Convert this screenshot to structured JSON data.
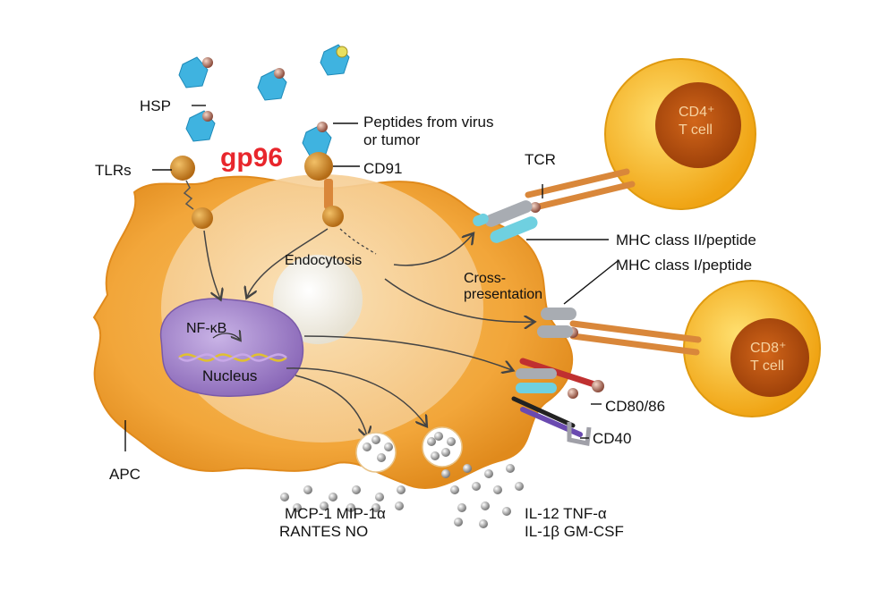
{
  "labels": {
    "hsp": "HSP",
    "tlrs": "TLRs",
    "gp96": "gp96",
    "peptides_line1": "Peptides from virus",
    "peptides_line2": "or tumor",
    "cd91": "CD91",
    "tcr": "TCR",
    "mhc2": "MHC  class II/peptide",
    "mhc1": "MHC  class I/peptide",
    "endocytosis": "Endocytosis",
    "cross_line1": "Cross-",
    "cross_line2": "presentation",
    "nfkb": "NF-κB",
    "nucleus": "Nucleus",
    "cd80_86": "CD80/86",
    "cd40": "CD40",
    "apc": "APC",
    "cd4_line1": "CD4⁺",
    "cd4_line2": "T cell",
    "cd8_line1": "CD8⁺",
    "cd8_line2": "T cell",
    "chemokines_line1": "MCP-1  MIP-1α",
    "chemokines_line2": "RANTES  NO",
    "cytokines_line1": "IL-12  TNF-α",
    "cytokines_line2": "IL-1β  GM-CSF"
  },
  "colors": {
    "apc_body": "#f2a63a",
    "apc_edge": "#e08a1c",
    "cytoplasm": "#f8d7a0",
    "endosome": "#f4f1e8",
    "nucleus": "#a98ad0",
    "gp96_text": "#e8262c",
    "tcell_outer": "#f5b71c",
    "tcell_inner": "#c25a0c",
    "receptor": "#d9873a",
    "hsp_blue": "#3fb3e0",
    "mhc_cyan": "#6fd0e0",
    "mhc_gray": "#a8acb2"
  }
}
